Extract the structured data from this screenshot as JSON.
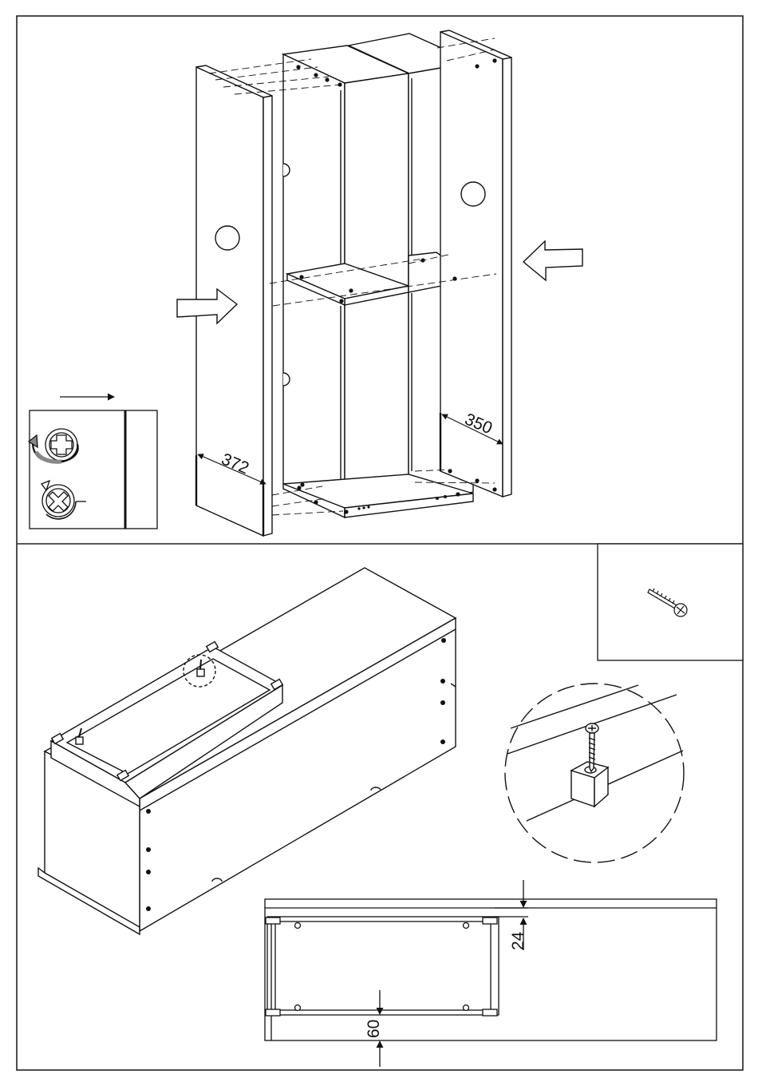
{
  "dimensions": {
    "left_panel_depth": "372",
    "right_panel_depth": "350",
    "top_offset": "24",
    "bottom_offset": "60"
  },
  "colors": {
    "line": "#111111",
    "background": "#ffffff",
    "frame": "#222222"
  },
  "icons": {
    "direction_arrow": "arrow-right-icon",
    "assembly_arrow": "assembly-arrow-icon",
    "screwdriver_tighten": "rotate-tighten-icon",
    "screwdriver_loosen": "rotate-loosen-icon",
    "screw": "wood-screw-icon",
    "fitting": "corner-block-icon"
  }
}
